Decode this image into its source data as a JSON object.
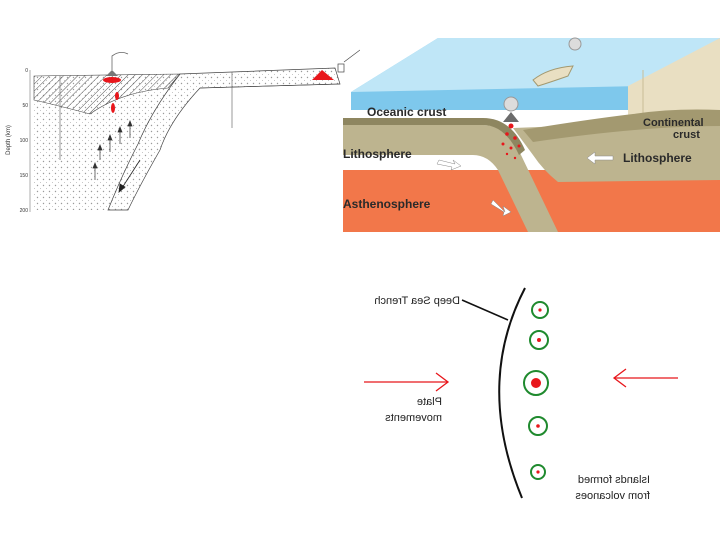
{
  "cross_section": {
    "axis_label": "Depth (km)",
    "ticks": [
      "0",
      "50",
      "100",
      "150",
      "200"
    ],
    "colors": {
      "magma": "#e8161b",
      "ink": "#444444"
    }
  },
  "block_diagram": {
    "labels": {
      "oceanic_crust": "Oceanic crust",
      "continental_crust_line1": "Continental",
      "continental_crust_line2": "crust",
      "lithosphere_left": "Lithosphere",
      "lithosphere_right": "Lithosphere",
      "asthenosphere": "Asthenosphere"
    },
    "colors": {
      "ocean": "#7ec8ec",
      "ocean_top": "#bfe6f7",
      "lithosphere": "#bdb48f",
      "asthenosphere": "#f2774a",
      "continent": "#e9dfc2",
      "magma": "#e8161b"
    }
  },
  "arc_diagram": {
    "labels": {
      "trench": "Deep Sea Trench",
      "plate_line1": "Plate",
      "plate_line2": "movements",
      "islands_line1": "Islands formed",
      "islands_line2": "from volcanoes"
    },
    "colors": {
      "arrow": "#e8161b",
      "ring": "#1f8a2e",
      "dot": "#e8161b",
      "arc": "#111111"
    }
  }
}
